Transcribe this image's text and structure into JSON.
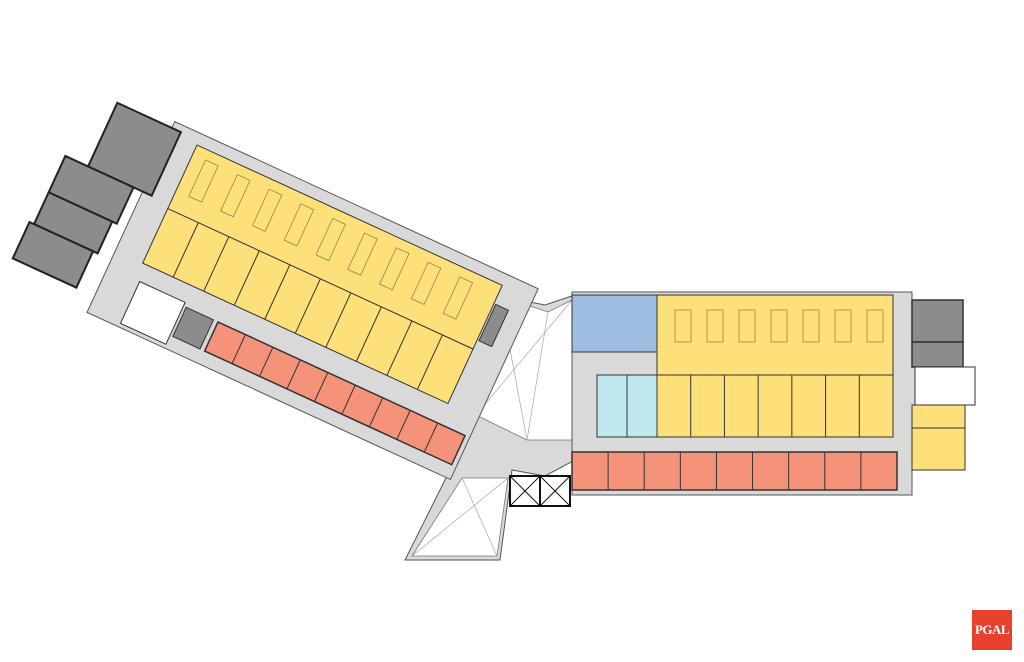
{
  "logo": {
    "text": "PGAL",
    "color": "#e8402f"
  },
  "colors": {
    "corridor": "#d9d9d9",
    "lab": "#fde07a",
    "office": "#f4937a",
    "support": "#8c8c8c",
    "conference": "#9fbde0",
    "restroom": "#bfe9ee",
    "stair": "#ffffff",
    "wall": "#222222"
  },
  "left_wing": {
    "lab_bench_count": 9,
    "lab_room_count": 10,
    "office_count": 9
  },
  "right_wing": {
    "lab_bench_count": 7,
    "lab_room_count": 7,
    "office_count": 9
  }
}
